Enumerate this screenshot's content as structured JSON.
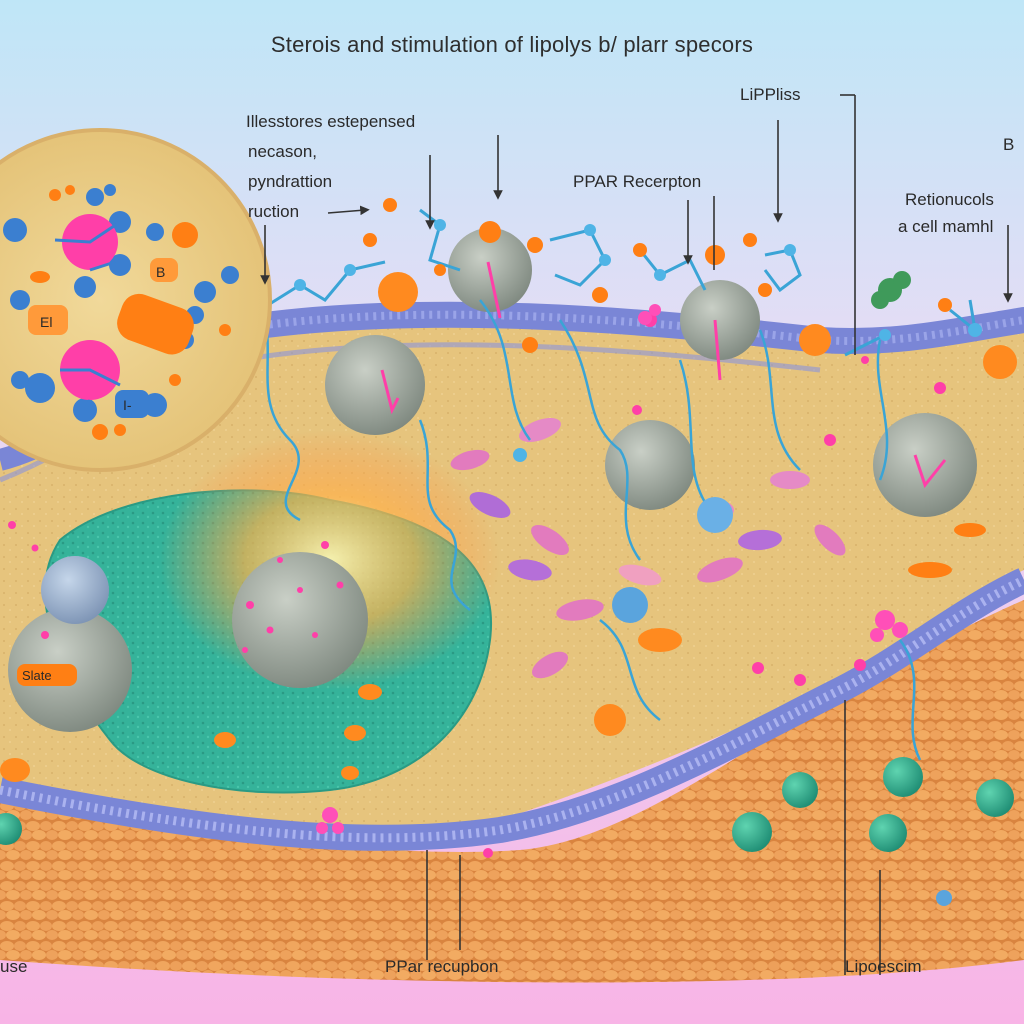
{
  "title": "Sterois and stimulation of lipolys b/ plarr specors",
  "labels": {
    "top_left_block": [
      "Illesstores estepensed",
      "necason,",
      "pyndrattion",
      "ruction"
    ],
    "ppar_receptor": "PPAR Recerpton",
    "lipase": "LiPPliss",
    "b": "B",
    "retinucols": [
      "Retionucols",
      "a cell mamhl"
    ],
    "inset_tag1": "El",
    "inset_tag2": "B",
    "inset_tag3": "I-",
    "organelle_tag": "Slate",
    "bottom_left": "use",
    "bottom_mid": "PPar recupbon",
    "bottom_right": "Lipoescim"
  },
  "colors": {
    "background_top": "#b9e3f6",
    "background_bottom": "#f7b6e6",
    "membrane": "#7a86d6",
    "cytoplasm": "#e7c57e",
    "tissue": "#e79a4f",
    "nucleus": "#39b39b",
    "vesicle": "#9aa39a",
    "molecule_blue": "#4fb4e6",
    "molecule_orange": "#ff7f14",
    "accent_pink": "#ff3fa8"
  }
}
